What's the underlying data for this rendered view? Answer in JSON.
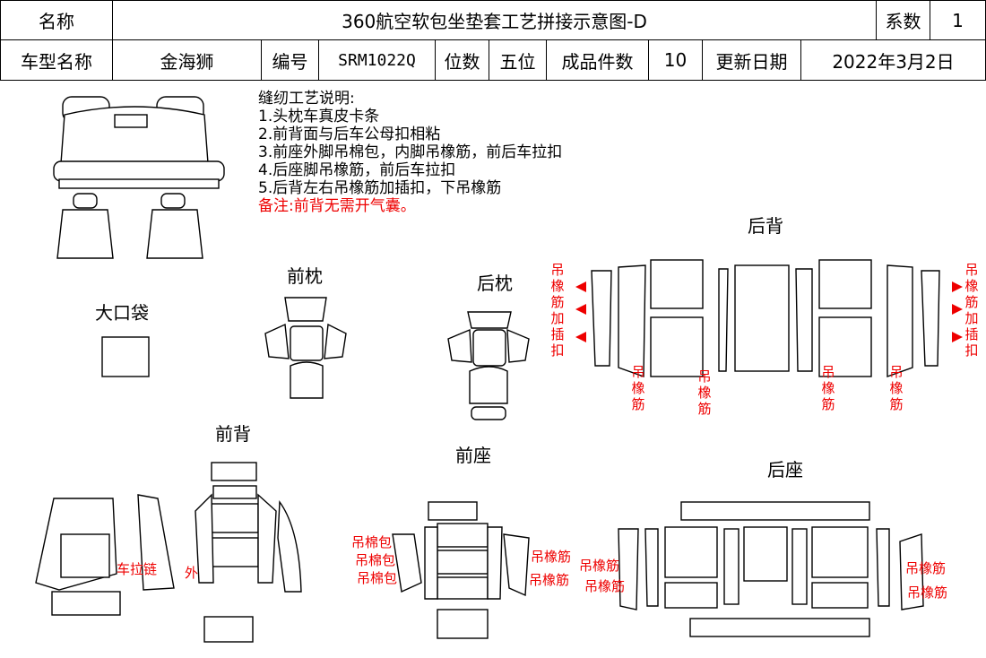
{
  "header": {
    "name_label": "名称",
    "title": "360航空软包坐垫套工艺拼接示意图-D",
    "coef_label": "系数",
    "coef_value": "1",
    "model_label": "车型名称",
    "model_value": "金海狮",
    "code_label": "编号",
    "code_value": "SRM1022Q",
    "seats_label": "位数",
    "seats_value": "五位",
    "pieces_label": "成品件数",
    "pieces_value": "10",
    "date_label": "更新日期",
    "date_value": "2022年3月2日"
  },
  "notes": {
    "title": "缝纫工艺说明:",
    "items": [
      "1.头枕车真皮卡条",
      "2.前背面与后车公母扣相粘",
      "3.前座外脚吊棉包，内脚吊橡筋，前后车拉扣",
      "4.后座脚吊橡筋，前后车拉扣",
      "5.后背左右吊橡筋加插扣，下吊橡筋"
    ],
    "remark": "备注:前背无需开气囊。"
  },
  "sections": {
    "big_pocket": "大口袋",
    "front_headrest": "前枕",
    "rear_headrest": "后枕",
    "rear_back": "后背",
    "front_back": "前背",
    "front_seat": "前座",
    "rear_seat": "后座"
  },
  "annotations": {
    "hang_elastic_clip": "吊橡筋加插扣",
    "hang_elastic": "吊橡筋",
    "hang_cotton": "吊棉包",
    "zipper": "车拉链",
    "outer": "外"
  },
  "colors": {
    "annotation": "#e00000",
    "line": "#000000"
  }
}
